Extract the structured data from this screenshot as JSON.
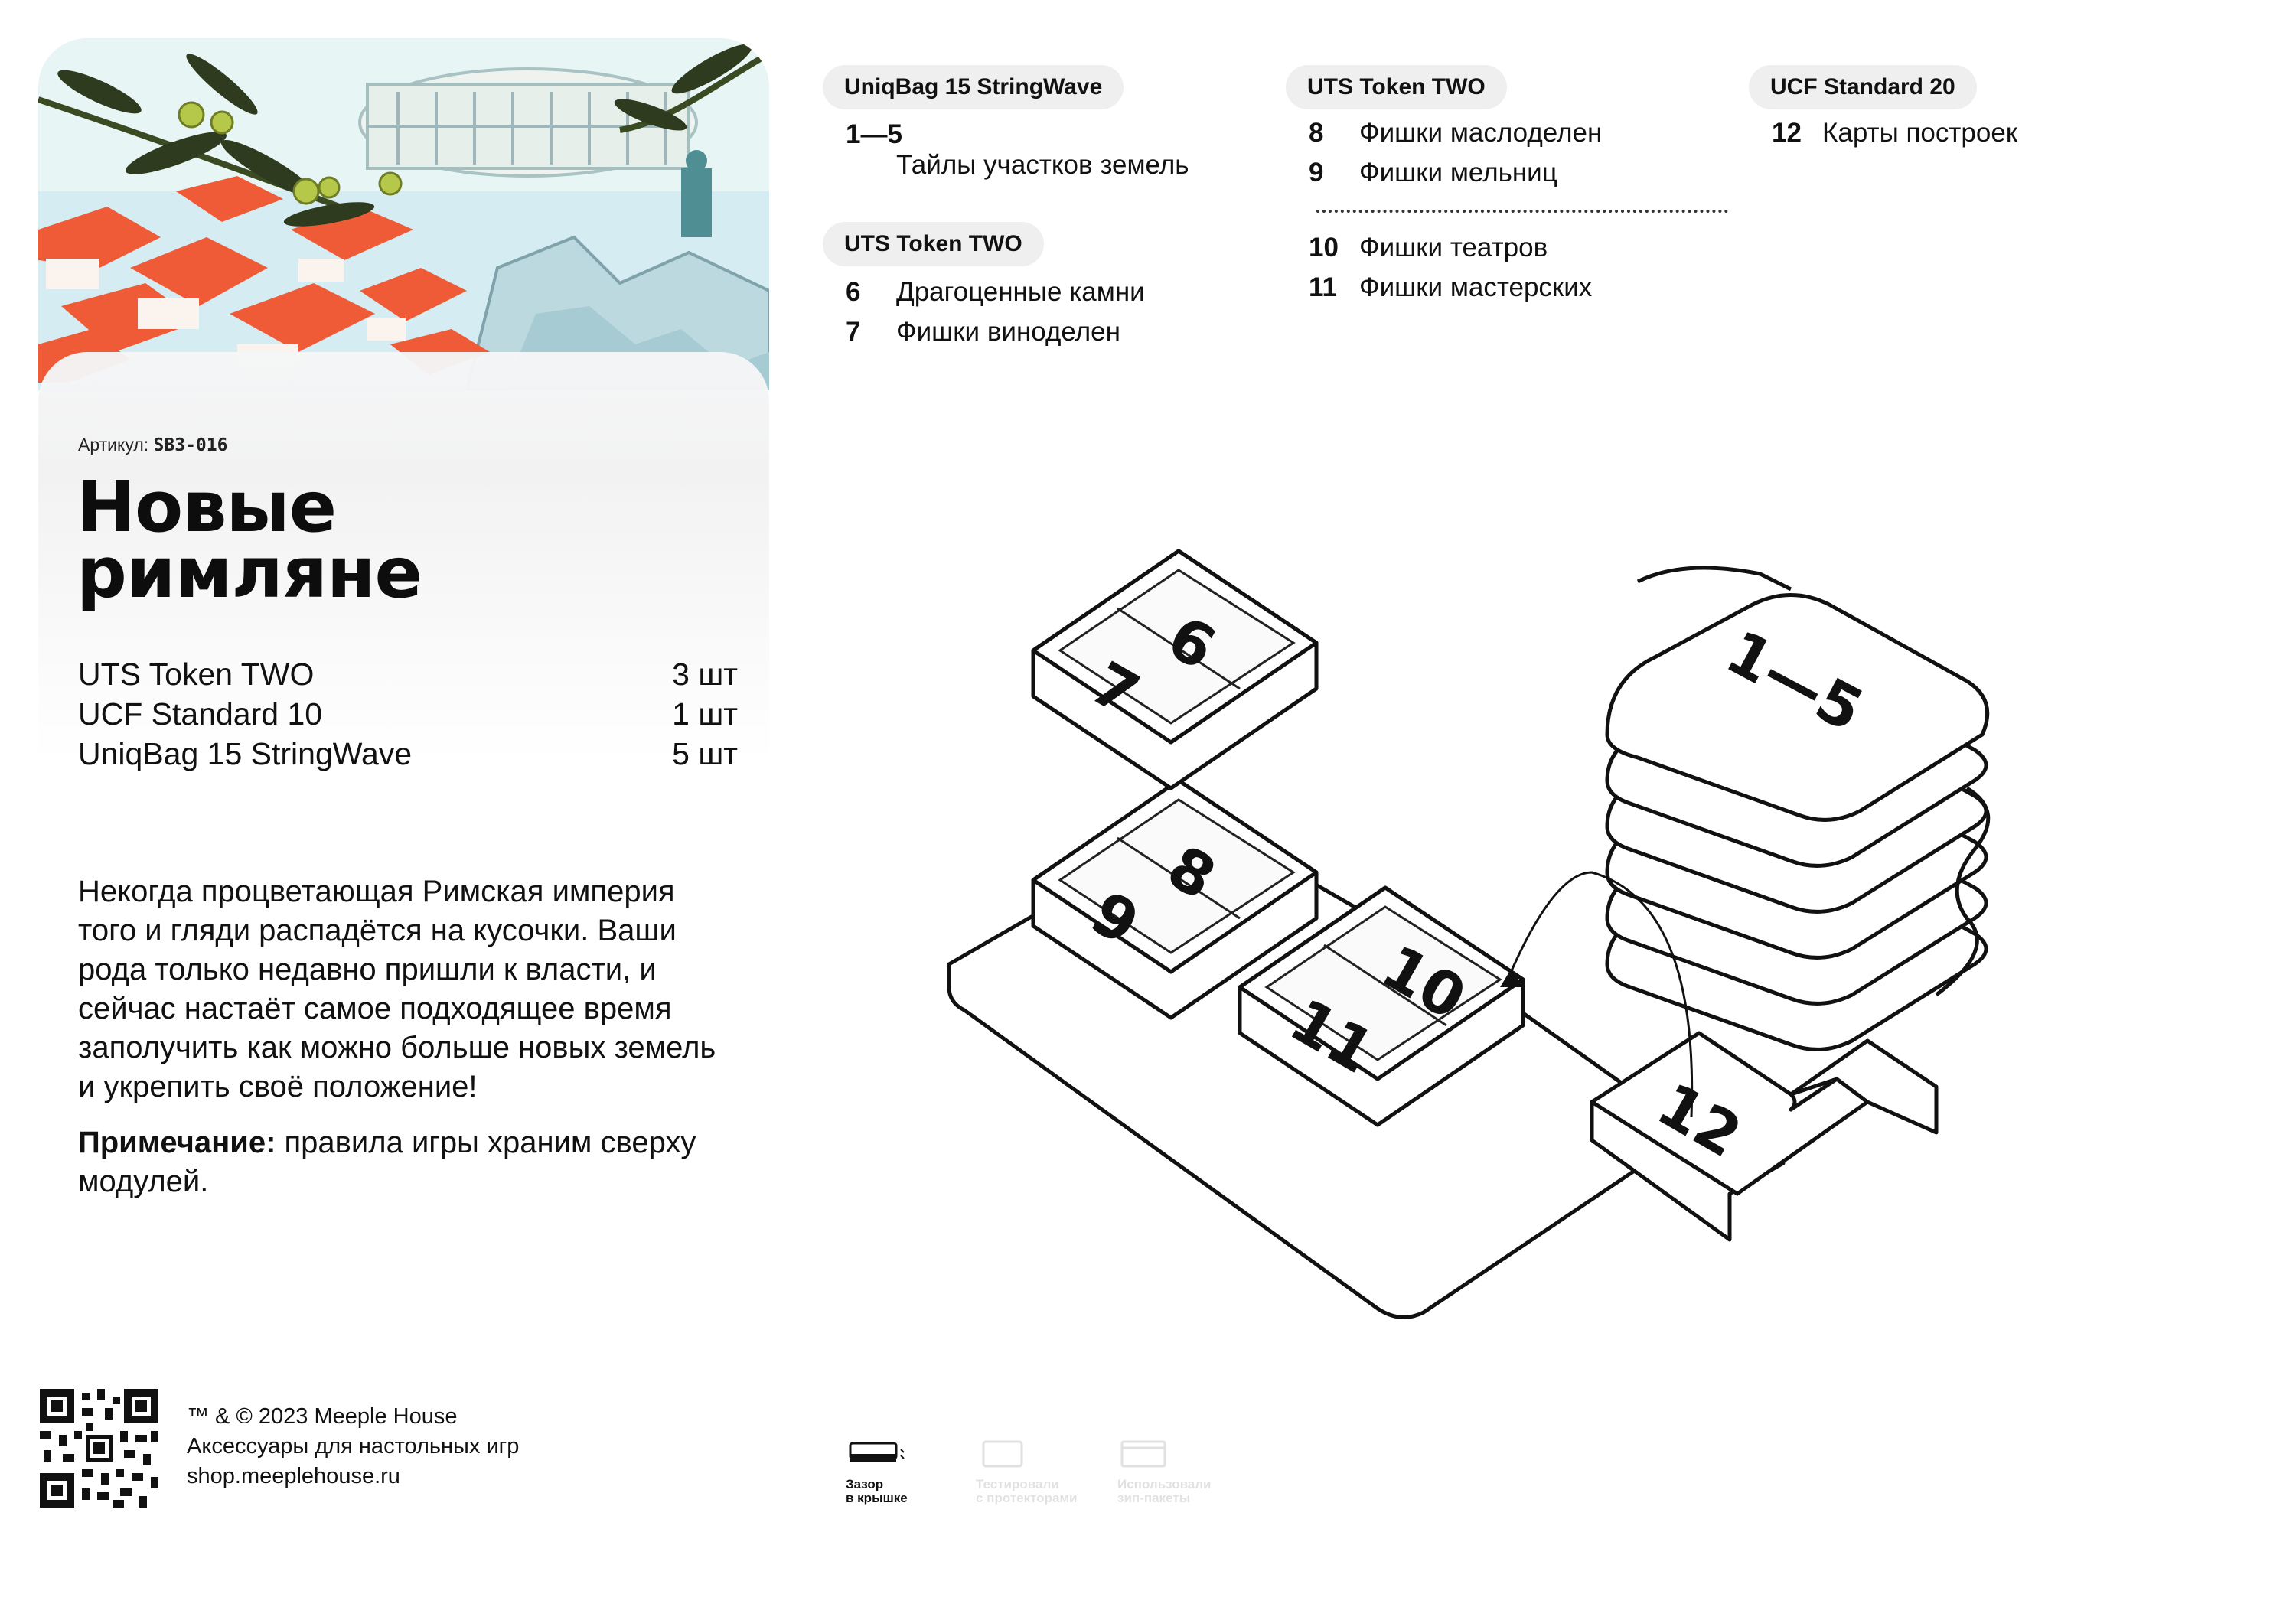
{
  "product": {
    "sku_label": "Артикул:",
    "sku": "SB3-016",
    "title_line1": "Новые",
    "title_line2": "римляне",
    "parts": [
      {
        "name": "UTS Token TWO",
        "qty": "3 шт"
      },
      {
        "name": "UCF Standard 10",
        "qty": "1 шт"
      },
      {
        "name": "UniqBag 15 StringWave",
        "qty": "5 шт"
      }
    ],
    "description": "Некогда процветающая Римская империя того и гляди распадётся на кусочки. Ваши рода только недавно пришли к власти, и сейчас настаёт самое подходящее время заполучить как можно больше новых земель и укрепить своё положение!",
    "note_label": "Примечание:",
    "note_text": " правила игры храним сверху модулей."
  },
  "footer": {
    "copyright": "™ & © 2023 Meeple House",
    "tagline": "Аксессуары для настольных игр",
    "site": "shop.meeplehouse.ru"
  },
  "legend": {
    "col1": {
      "pill": "UniqBag 15 StringWave",
      "num": "1—5",
      "label": "Тайлы участков земель",
      "pill2": "UTS Token TWO",
      "items": [
        {
          "num": "6",
          "label": "Драгоценные камни"
        },
        {
          "num": "7",
          "label": "Фишки виноделен"
        }
      ]
    },
    "col2": {
      "pill": "UTS Token TWO",
      "items_a": [
        {
          "num": "8",
          "label": "Фишки маслоделен"
        },
        {
          "num": "9",
          "label": "Фишки мельниц"
        }
      ],
      "items_b": [
        {
          "num": "10",
          "label": "Фишки театров"
        },
        {
          "num": "11",
          "label": "Фишки мастерских"
        }
      ]
    },
    "col3": {
      "pill": "UCF Standard 20",
      "items": [
        {
          "num": "12",
          "label": "Карты построек"
        }
      ]
    }
  },
  "illustration": {
    "labels": [
      "1—5",
      "6",
      "7",
      "8",
      "9",
      "10",
      "11",
      "12"
    ]
  },
  "badges": {
    "lid_gap": "Зазор\nв крышке",
    "sleeves": "Тестировали\nс протекторами",
    "ziplock": "Использовали\nзип-пакеты"
  }
}
